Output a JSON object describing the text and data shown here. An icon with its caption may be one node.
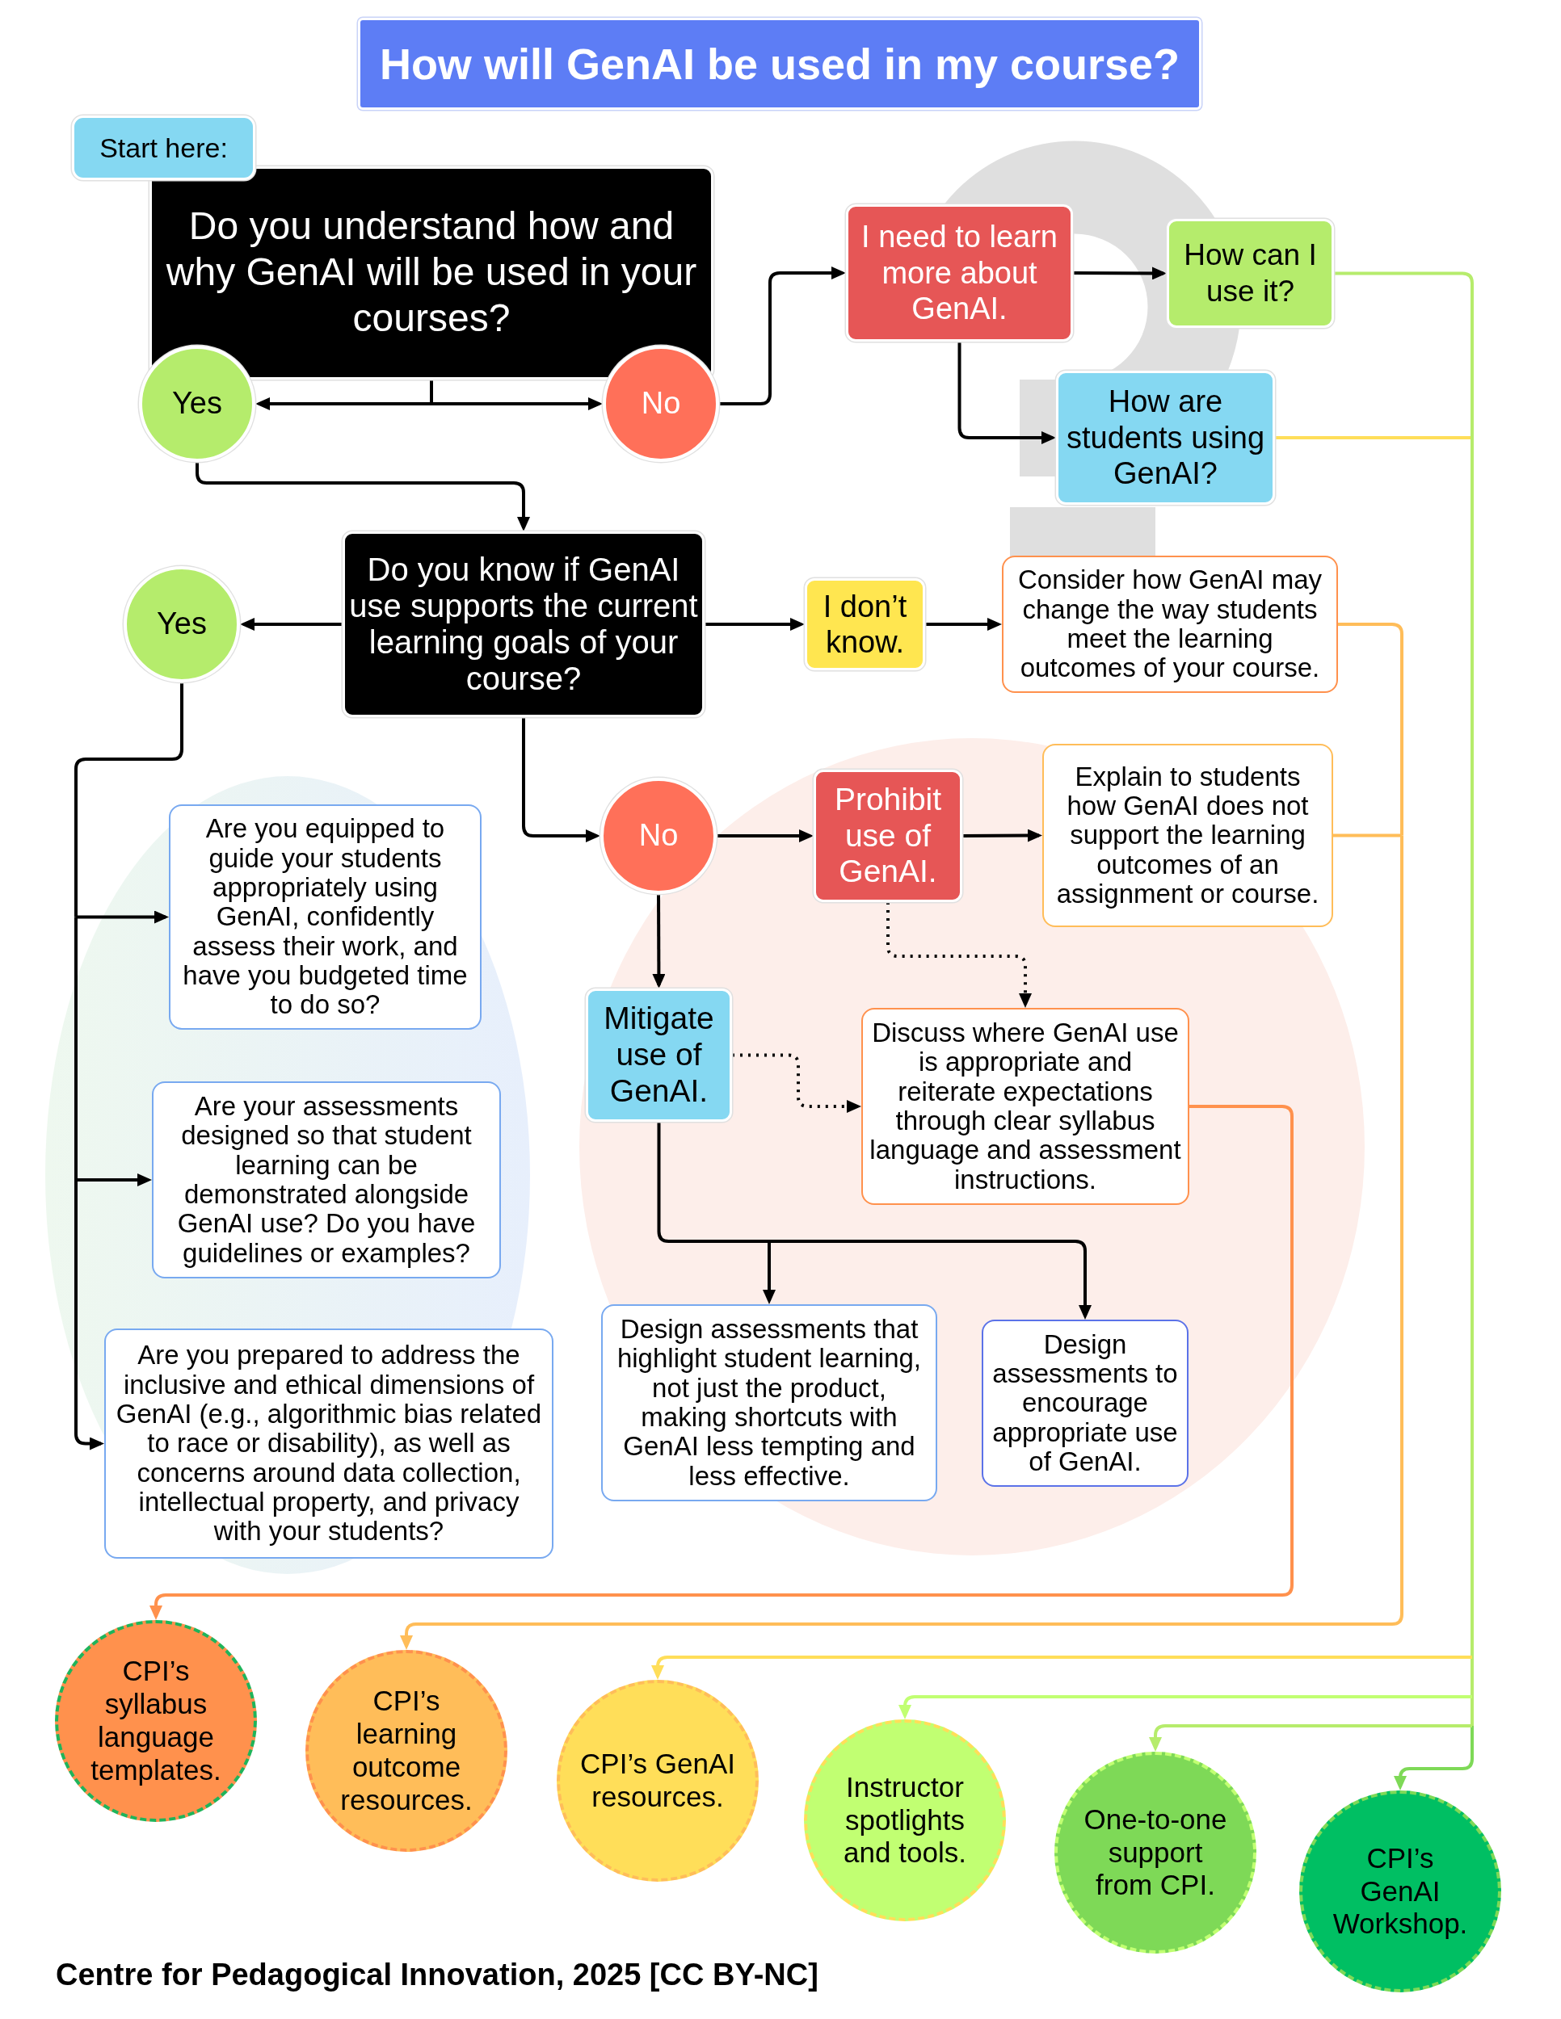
{
  "diagram": {
    "title": "How will GenAI be used in my course?",
    "caption": "Centre for Pedagogical Innovation, 2025 [CC BY-NC]",
    "nodes": [
      {
        "text": [
          "Start here:"
        ]
      },
      {
        "text": [
          "Do you understand how and why GenAI will be used in your courses?"
        ]
      },
      {
        "text": [
          "Yes"
        ]
      },
      {
        "text": [
          "No"
        ]
      },
      {
        "text": [
          "I need to learn more about GenAI."
        ]
      },
      {
        "text": [
          "How can I use it?"
        ]
      },
      {
        "text": [
          "How are students using GenAI?"
        ]
      },
      {
        "text": [
          "Do you know if GenAI use supports the current learning goals of your course?"
        ]
      },
      {
        "text": [
          "Yes"
        ]
      },
      {
        "text": [
          "I don’t know."
        ]
      },
      {
        "text": [
          "Consider how GenAI may change the way students meet the learning outcomes of your course."
        ]
      },
      {
        "text": [
          "No"
        ]
      },
      {
        "text": [
          "Prohibit use of GenAI."
        ]
      },
      {
        "text": [
          "Explain to students how GenAI does not support the learning outcomes of an assignment or course."
        ]
      },
      {
        "text": [
          "Are you equipped to guide your students appropriately using GenAI, confidently assess their work, and have you budgeted time to do so?"
        ]
      },
      {
        "text": [
          "Mitigate use of GenAI."
        ]
      },
      {
        "text": [
          "Discuss where GenAI use is appropriate and reiterate expectations through clear syllabus language and assessment instructions."
        ]
      },
      {
        "text": [
          "Are your assessments designed so that student learning can be demonstrated alongside GenAI use? Do you have guidelines or examples?"
        ]
      },
      {
        "text": [
          "Design assessments that highlight student learning, not just the product, making shortcuts with GenAI less tempting and less effective."
        ]
      },
      {
        "text": [
          "Design assessments to encourage appropriate use of GenAI."
        ]
      },
      {
        "text": [
          "Are you prepared to address the inclusive and ethical dimensions of GenAI (e.g., algorithmic bias related to race or disability), as well as concerns around data collection, intellectual property, and privacy with your students?"
        ]
      },
      {
        "text": [
          "CPI’s syllabus language templates."
        ]
      },
      {
        "text": [
          "CPI’s learning outcome resources."
        ]
      },
      {
        "text": [
          "CPI’s GenAI resources."
        ]
      },
      {
        "text": [
          "Instructor spotlights and tools."
        ]
      },
      {
        "text": [
          "One-to-one support from CPI."
        ]
      },
      {
        "text": [
          "CPI’s GenAI Workshop."
        ]
      }
    ],
    "edges": [
      {
        "from": 1,
        "to": 2,
        "arrow": "to"
      },
      {
        "from": 1,
        "to": 3,
        "arrow": "to"
      },
      {
        "from": 3,
        "to": 4,
        "arrow": "to"
      },
      {
        "from": 4,
        "to": 5,
        "arrow": "to"
      },
      {
        "from": 4,
        "to": 6,
        "arrow": "to"
      },
      {
        "from": 2,
        "to": 7,
        "arrow": "to"
      },
      {
        "from": 7,
        "to": 8,
        "arrow": "to"
      },
      {
        "from": 7,
        "to": 9,
        "arrow": "to"
      },
      {
        "from": 9,
        "to": 10,
        "arrow": "to"
      },
      {
        "from": 7,
        "to": 11,
        "arrow": "to"
      },
      {
        "from": 11,
        "to": 12,
        "arrow": "to"
      },
      {
        "from": 12,
        "to": 13,
        "arrow": "to"
      },
      {
        "from": 12,
        "to": 16,
        "arrow": "to",
        "style": "dashed"
      },
      {
        "from": 11,
        "to": 15,
        "arrow": "to"
      },
      {
        "from": 15,
        "to": 16,
        "arrow": "to",
        "style": "dashed"
      },
      {
        "from": 15,
        "to": 18,
        "arrow": "to"
      },
      {
        "from": 15,
        "to": 19,
        "arrow": "to"
      },
      {
        "from": 8,
        "to": 14,
        "arrow": "to"
      },
      {
        "from": 8,
        "to": 17,
        "arrow": "to"
      },
      {
        "from": 8,
        "to": 20,
        "arrow": "to"
      },
      {
        "from": 16,
        "to": 21,
        "arrow": "to",
        "color": "#ff914d"
      },
      {
        "from": 10,
        "to": 22,
        "arrow": "to",
        "color": "#ffbd59"
      },
      {
        "from": 13,
        "to": 22,
        "arrow": "to",
        "color": "#ffbd59"
      },
      {
        "from": 6,
        "to": 26,
        "arrow": "to",
        "color": "#b6ec6c"
      },
      {
        "from": 6,
        "to": 25,
        "arrow": "to",
        "color": "#b6ec6c"
      },
      {
        "from": 6,
        "to": 24,
        "arrow": "to",
        "color": "#b6ec6c"
      },
      {
        "from": 6,
        "to": 23,
        "arrow": "to",
        "color": "#b6ec6c"
      },
      {
        "from": 5,
        "to": 23,
        "arrow": "to",
        "color": "#b6ec6c"
      },
      {
        "from": 5,
        "to": 24,
        "arrow": "to",
        "color": "#b6ec6c"
      },
      {
        "from": 5,
        "to": 26,
        "arrow": "to",
        "color": "#b6ec6c"
      },
      {
        "from": 5,
        "to": 25,
        "arrow": "to",
        "color": "#b6ec6c"
      }
    ]
  }
}
